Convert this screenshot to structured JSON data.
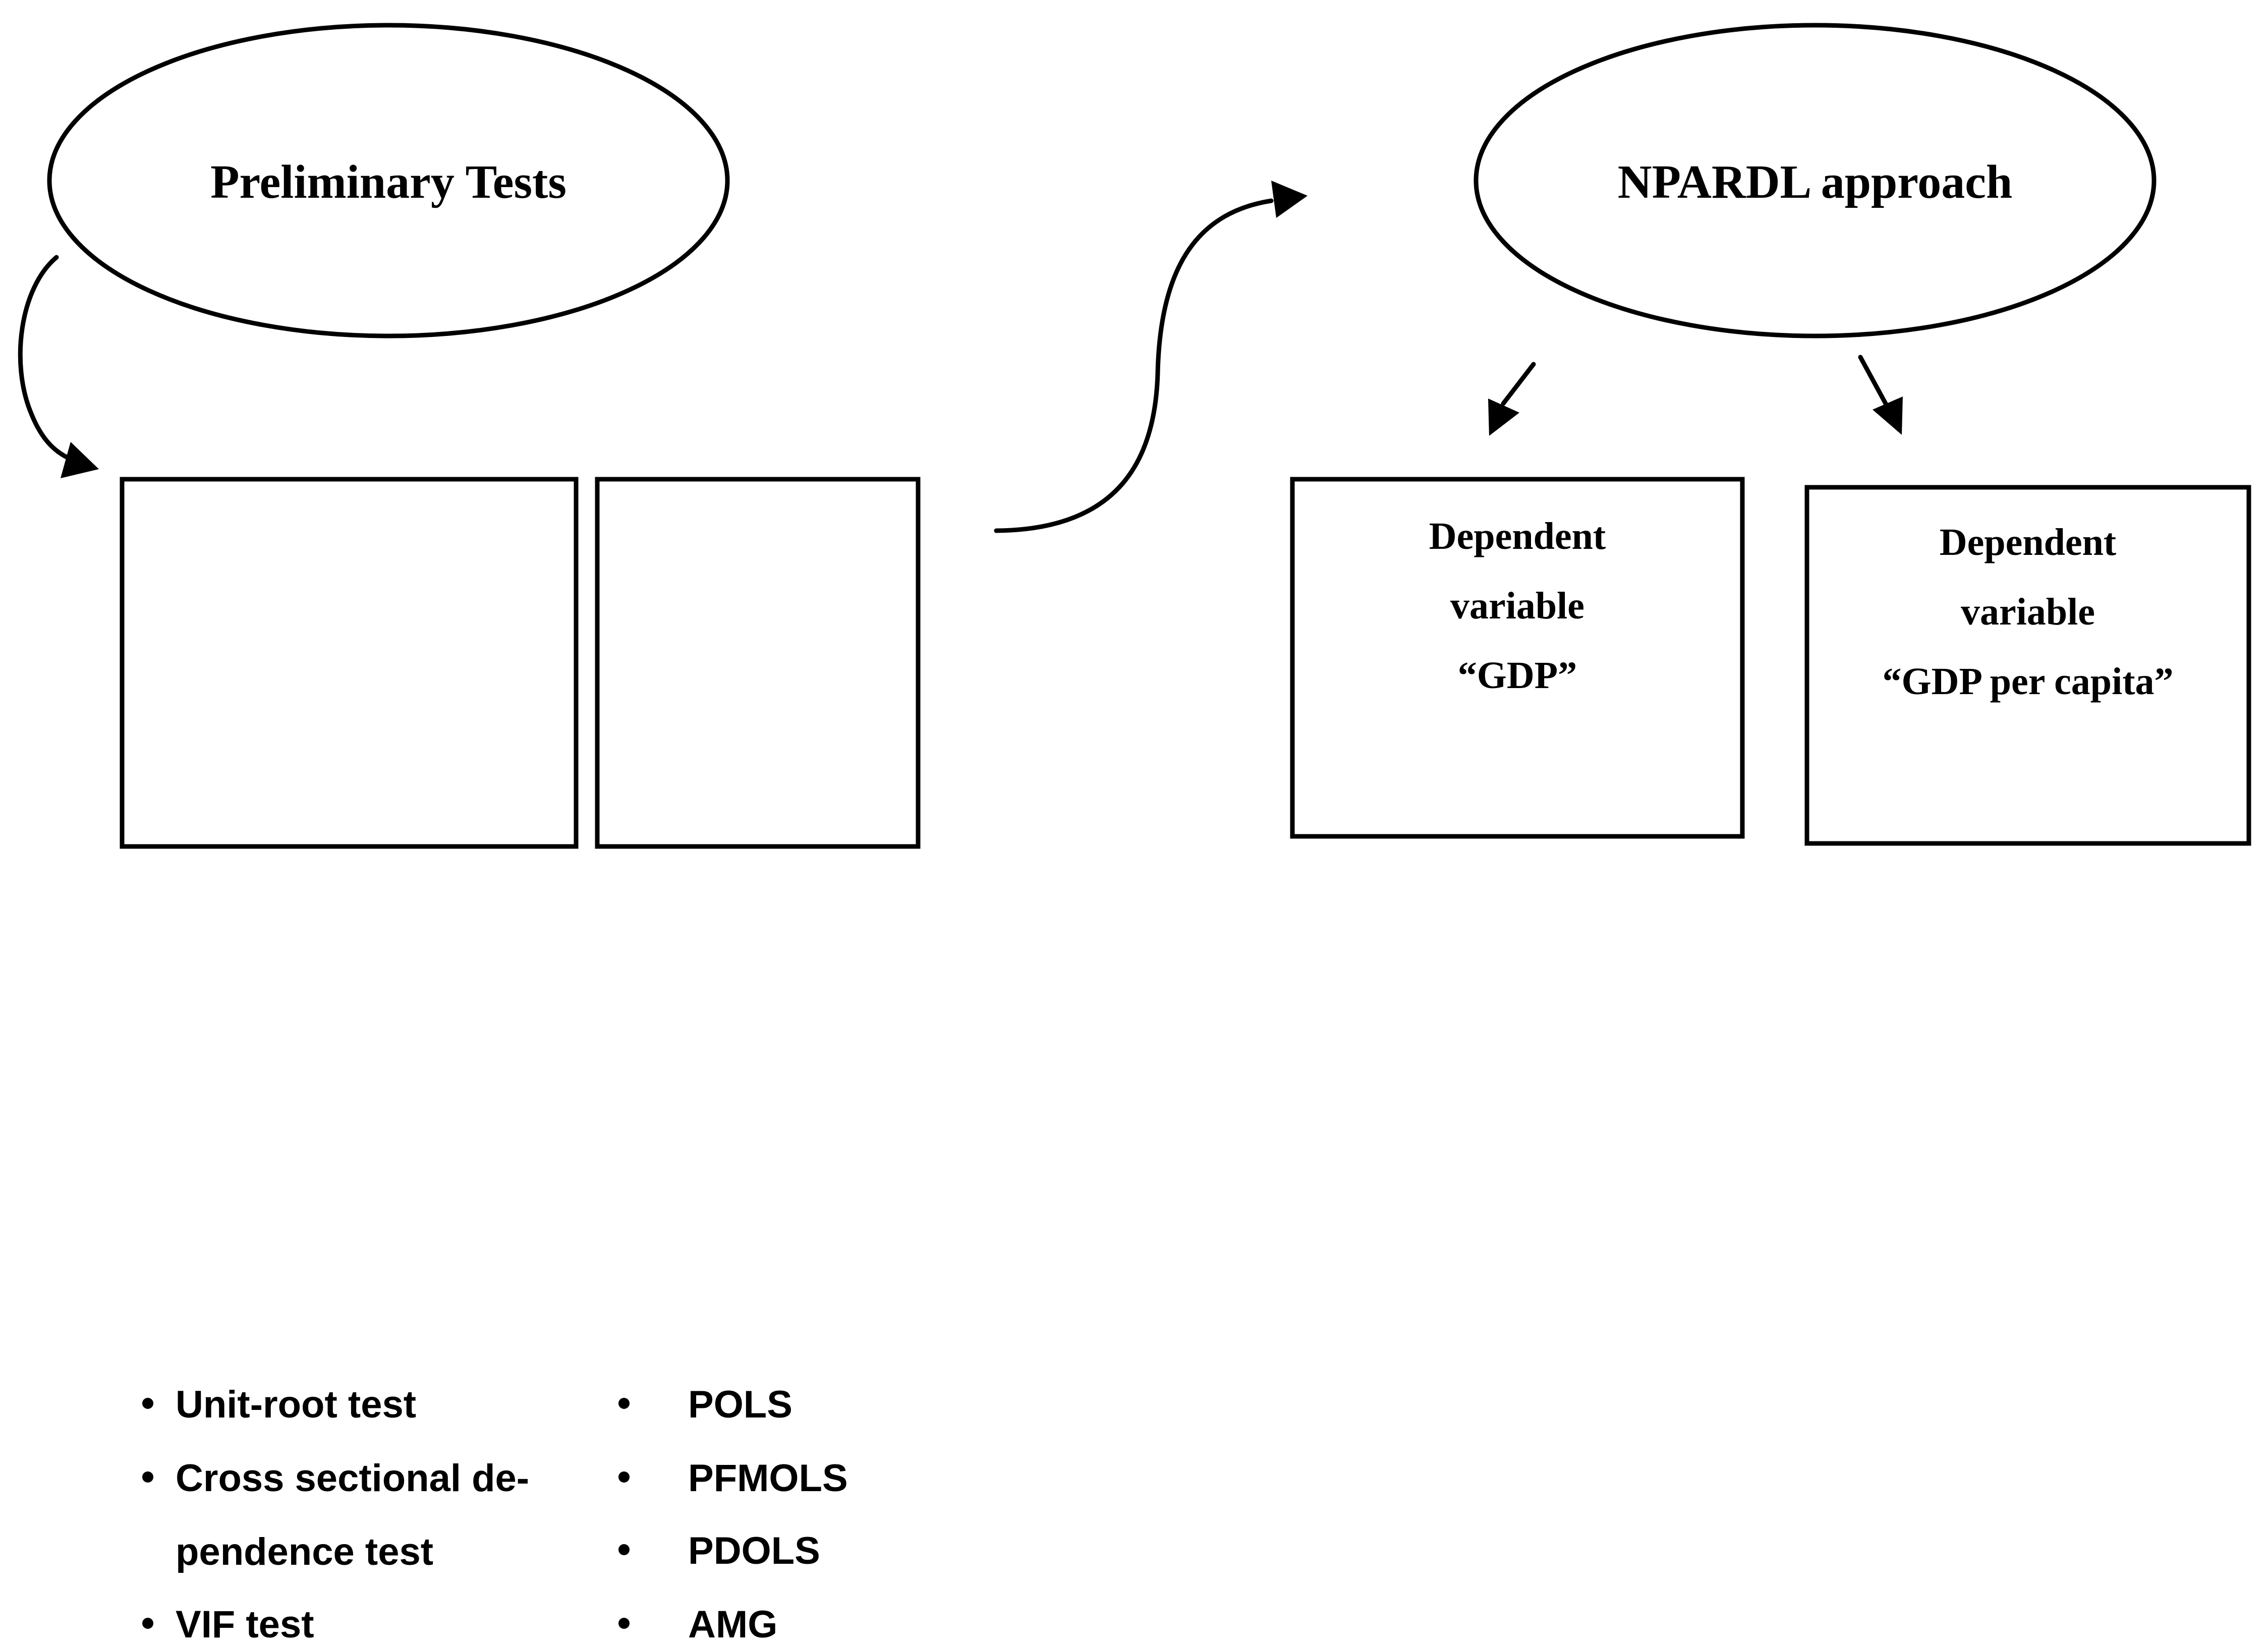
{
  "ovals": {
    "preliminary": {
      "label": "Preliminary Tests"
    },
    "npardl": {
      "label": "NPARDL approach"
    }
  },
  "preliminary_tests": {
    "items": [
      "Unit-root test",
      "Cross sectional de-",
      "pendence test",
      "VIF test"
    ]
  },
  "estimators": {
    "items": [
      "POLS",
      "PFMOLS",
      "PDOLS",
      "AMG"
    ]
  },
  "dependent_gdp": {
    "lines": [
      "Dependent",
      "variable",
      "“GDP”"
    ]
  },
  "dependent_gdp_per_capita": {
    "lines": [
      "Dependent",
      "variable",
      "“GDP per capita”"
    ]
  }
}
